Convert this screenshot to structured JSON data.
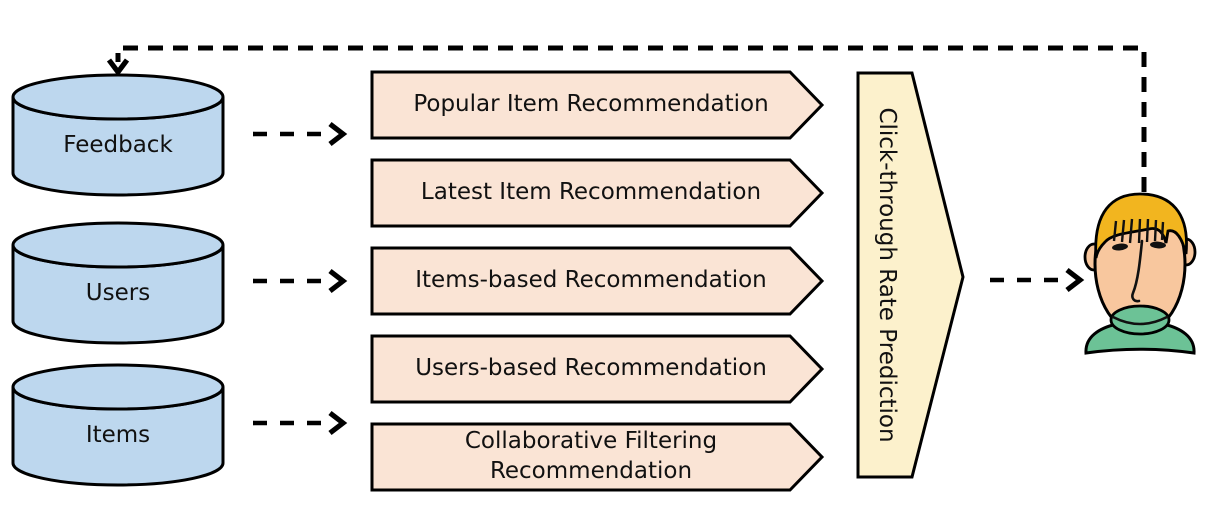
{
  "colors": {
    "database_fill": "#BDD7EE",
    "recommender_fill": "#FAE4D5",
    "prediction_fill": "#FCF1CC",
    "outline": "#000000",
    "text": "#111111",
    "hair": "#F2B51F",
    "skin": "#F8C79E",
    "shirt": "#6CC296"
  },
  "databases": [
    {
      "label": "Feedback"
    },
    {
      "label": "Users"
    },
    {
      "label": "Items"
    }
  ],
  "recommenders": [
    {
      "label": "Popular Item Recommendation"
    },
    {
      "label": "Latest Item Recommendation"
    },
    {
      "label": "Items-based Recommendation"
    },
    {
      "label": "Users-based Recommendation"
    },
    {
      "label": "Collaborative Filtering Recommendation"
    }
  ],
  "prediction": {
    "label": "Click-through Rate Prediction"
  },
  "icons": {
    "user": "user-icon",
    "database": "database-cylinder-icon",
    "dashed_arrow": "dashed-arrow-icon"
  }
}
